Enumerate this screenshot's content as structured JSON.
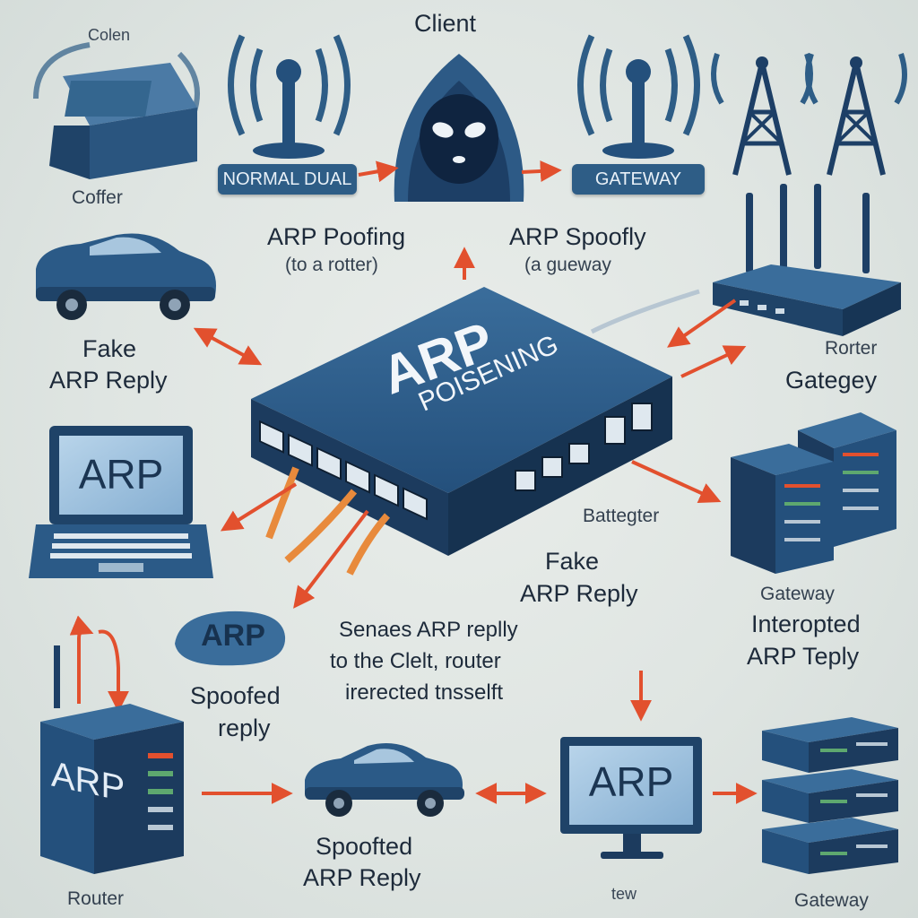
{
  "labels": {
    "top_left_caption": "Colen",
    "top_left_device": "Coffer",
    "client_title": "Client",
    "normal_pill": "NORMAL DUAL",
    "gateway_pill": "GATEWAY",
    "arp_poofing": "ARP Poofing",
    "to_a_router": "(to a rotter)",
    "arp_spoofly": "ARP Spoofly",
    "a_gueway": "(a gueway",
    "fake_reply_left_1": "Fake",
    "fake_reply_left_2": "ARP Reply",
    "router_right": "Rorter",
    "gategey": "Gategey",
    "main_title": "ARP",
    "main_subtitle": "POISENING",
    "laptop_screen": "ARP",
    "battegter": "Battegter",
    "fake_reply_mid_1": "Fake",
    "fake_reply_mid_2": "ARP Reply",
    "gateway_right": "Gateway",
    "interopted_1": "Interopted",
    "interopted_2": "ARP Teply",
    "arp_badge": "ARP",
    "sends_1": "Senaes ARP replly",
    "sends_2": "to the Clelt, router",
    "sends_3": "irerected tnsselft",
    "spoofed_reply_1": "Spoofed",
    "spoofed_reply_2": "reply",
    "server_left_label": "ARP",
    "router_bottom": "Router",
    "spoofted_1": "Spoofted",
    "spoofted_2": "ARP Reply",
    "monitor_screen": "ARP",
    "tew": "tew",
    "gateway_bottom": "Gateway"
  },
  "colors": {
    "device_blue": "#2c5a86",
    "device_dark": "#1f3f63",
    "arrow_red": "#e2502e",
    "cable_orange": "#e88a3c"
  }
}
